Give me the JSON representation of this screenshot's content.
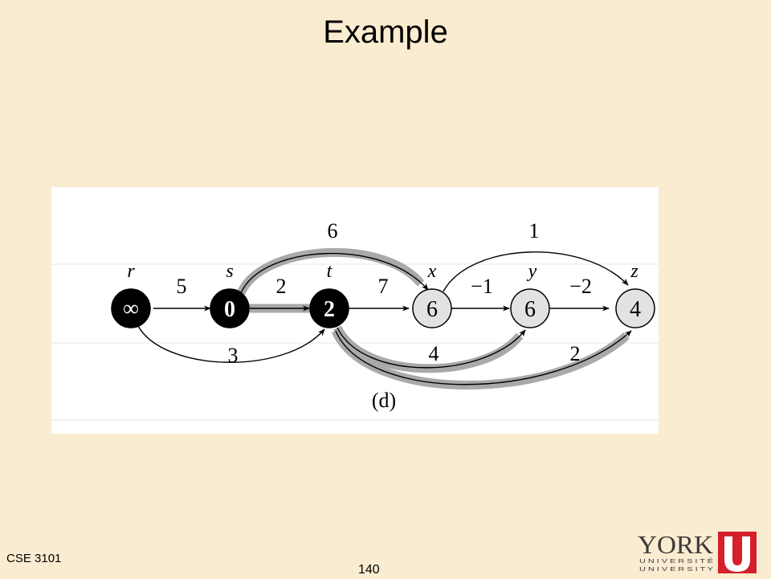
{
  "slide": {
    "title": "Example",
    "footer_left": "CSE 3101",
    "page_number": "140"
  },
  "logo": {
    "name": "YORK",
    "line1": "U N I V E R S I T É",
    "line2": "U N I V E R S I T Y",
    "colors": {
      "red": "#d4202a",
      "text": "#3b3b3b"
    }
  },
  "diagram": {
    "caption": "(d)",
    "nodes": [
      {
        "id": "r",
        "label": "r",
        "value": "∞",
        "style": "black"
      },
      {
        "id": "s",
        "label": "s",
        "value": "0",
        "style": "black"
      },
      {
        "id": "t",
        "label": "t",
        "value": "2",
        "style": "black"
      },
      {
        "id": "x",
        "label": "x",
        "value": "6",
        "style": "gray"
      },
      {
        "id": "y",
        "label": "y",
        "value": "6",
        "style": "gray"
      },
      {
        "id": "z",
        "label": "z",
        "value": "4",
        "style": "gray"
      }
    ],
    "edges": [
      {
        "from": "r",
        "to": "s",
        "weight": "5",
        "highlighted": false
      },
      {
        "from": "r",
        "to": "t",
        "weight": "3",
        "highlighted": false
      },
      {
        "from": "s",
        "to": "t",
        "weight": "2",
        "highlighted": true
      },
      {
        "from": "s",
        "to": "x",
        "weight": "6",
        "highlighted": true
      },
      {
        "from": "t",
        "to": "x",
        "weight": "7",
        "highlighted": false
      },
      {
        "from": "x",
        "to": "y",
        "weight": "−1",
        "highlighted": false
      },
      {
        "from": "x",
        "to": "z",
        "weight": "1",
        "highlighted": false
      },
      {
        "from": "y",
        "to": "z",
        "weight": "−2",
        "highlighted": false
      },
      {
        "from": "t",
        "to": "y",
        "weight": "4",
        "highlighted": true
      },
      {
        "from": "t",
        "to": "z",
        "weight": "2",
        "highlighted": true
      }
    ],
    "colors": {
      "node_black": "#000000",
      "node_gray": "#e2e2e2",
      "highlight": "#a9a9a9"
    }
  }
}
